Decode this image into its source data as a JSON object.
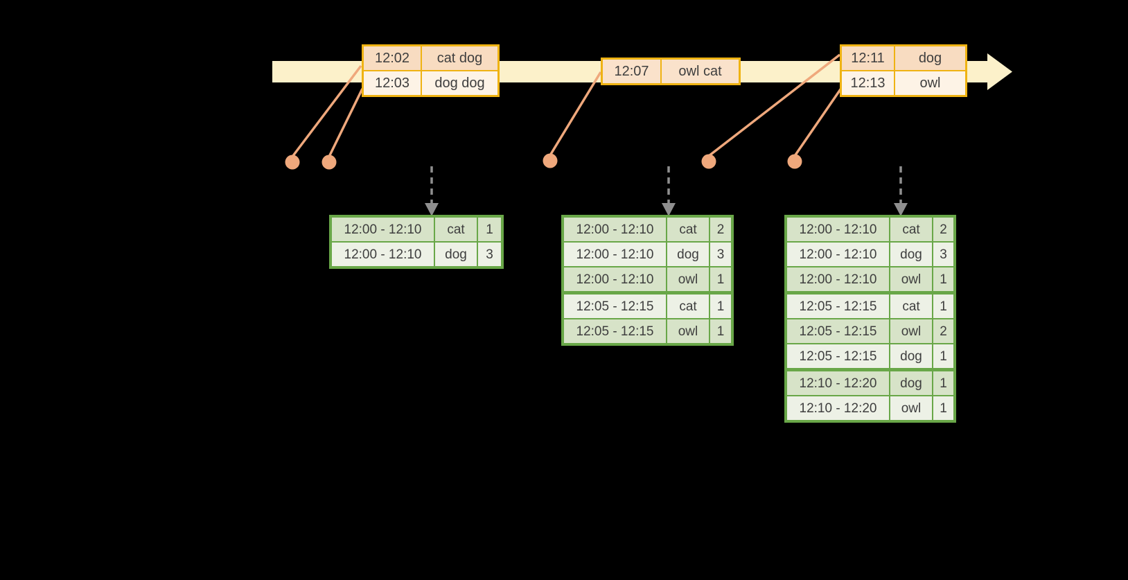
{
  "diagram_kind": "streaming-windowed-word-count-timeline",
  "event_tables": [
    {
      "rows": [
        {
          "time": "12:02",
          "words": "cat dog"
        },
        {
          "time": "12:03",
          "words": "dog dog"
        }
      ]
    },
    {
      "rows": [
        {
          "time": "12:07",
          "words": "owl cat"
        }
      ]
    },
    {
      "rows": [
        {
          "time": "12:11",
          "words": "dog"
        },
        {
          "time": "12:13",
          "words": "owl"
        }
      ]
    }
  ],
  "result_tables": [
    {
      "rows": [
        {
          "window": "12:00 - 12:10",
          "word": "cat",
          "count": "1"
        },
        {
          "window": "12:00 - 12:10",
          "word": "dog",
          "count": "3"
        }
      ]
    },
    {
      "rows": [
        {
          "window": "12:00 - 12:10",
          "word": "cat",
          "count": "2"
        },
        {
          "window": "12:00 - 12:10",
          "word": "dog",
          "count": "3"
        },
        {
          "window": "12:00 - 12:10",
          "word": "owl",
          "count": "1"
        },
        {
          "window": "12:05 - 12:15",
          "word": "cat",
          "count": "1"
        },
        {
          "window": "12:05 - 12:15",
          "word": "owl",
          "count": "1"
        }
      ]
    },
    {
      "rows": [
        {
          "window": "12:00 - 12:10",
          "word": "cat",
          "count": "2"
        },
        {
          "window": "12:00 - 12:10",
          "word": "dog",
          "count": "3"
        },
        {
          "window": "12:00 - 12:10",
          "word": "owl",
          "count": "1"
        },
        {
          "window": "12:05 - 12:15",
          "word": "cat",
          "count": "1"
        },
        {
          "window": "12:05 - 12:15",
          "word": "owl",
          "count": "2"
        },
        {
          "window": "12:05 - 12:15",
          "word": "dog",
          "count": "1"
        },
        {
          "window": "12:10 - 12:20",
          "word": "dog",
          "count": "1"
        },
        {
          "window": "12:10 - 12:20",
          "word": "owl",
          "count": "1"
        }
      ]
    }
  ],
  "colors": {
    "background": "#000000",
    "timeline_bar": "#fcf1ca",
    "event_table_border": "#efb313",
    "event_row_peach": "#f8dcc1",
    "event_row_cream": "#fdf3e6",
    "event_dot": "#efa87c",
    "trigger_arrow_gray": "#8f8f8f",
    "result_table_border": "#69a748",
    "result_row_dark": "#d7e3c8",
    "result_row_light": "#edf1e6",
    "text": "#3e3e3e"
  }
}
